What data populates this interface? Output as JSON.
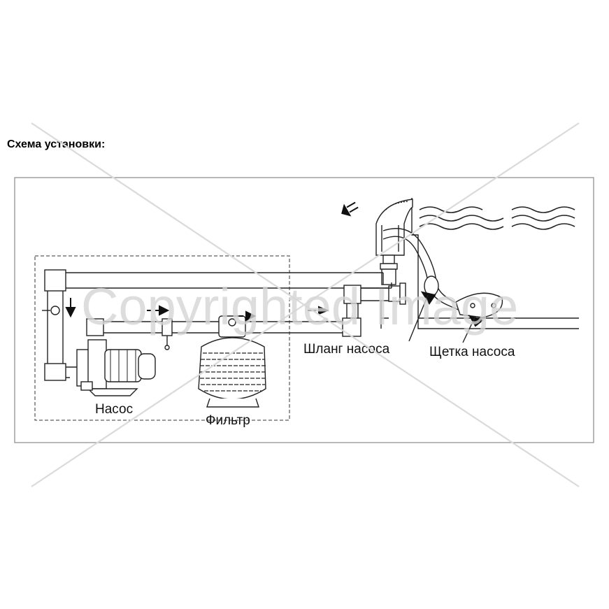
{
  "heading": "Схема установки:",
  "labels": {
    "pump": "Насос",
    "filter": "Фильтр",
    "pump_hose": "Шланг насоса",
    "pump_brush": "Щетка насоса"
  },
  "watermark": "Copyrighted Image",
  "colors": {
    "line": "#222222",
    "frame": "#888888",
    "watermark": "#d4d4d4"
  }
}
